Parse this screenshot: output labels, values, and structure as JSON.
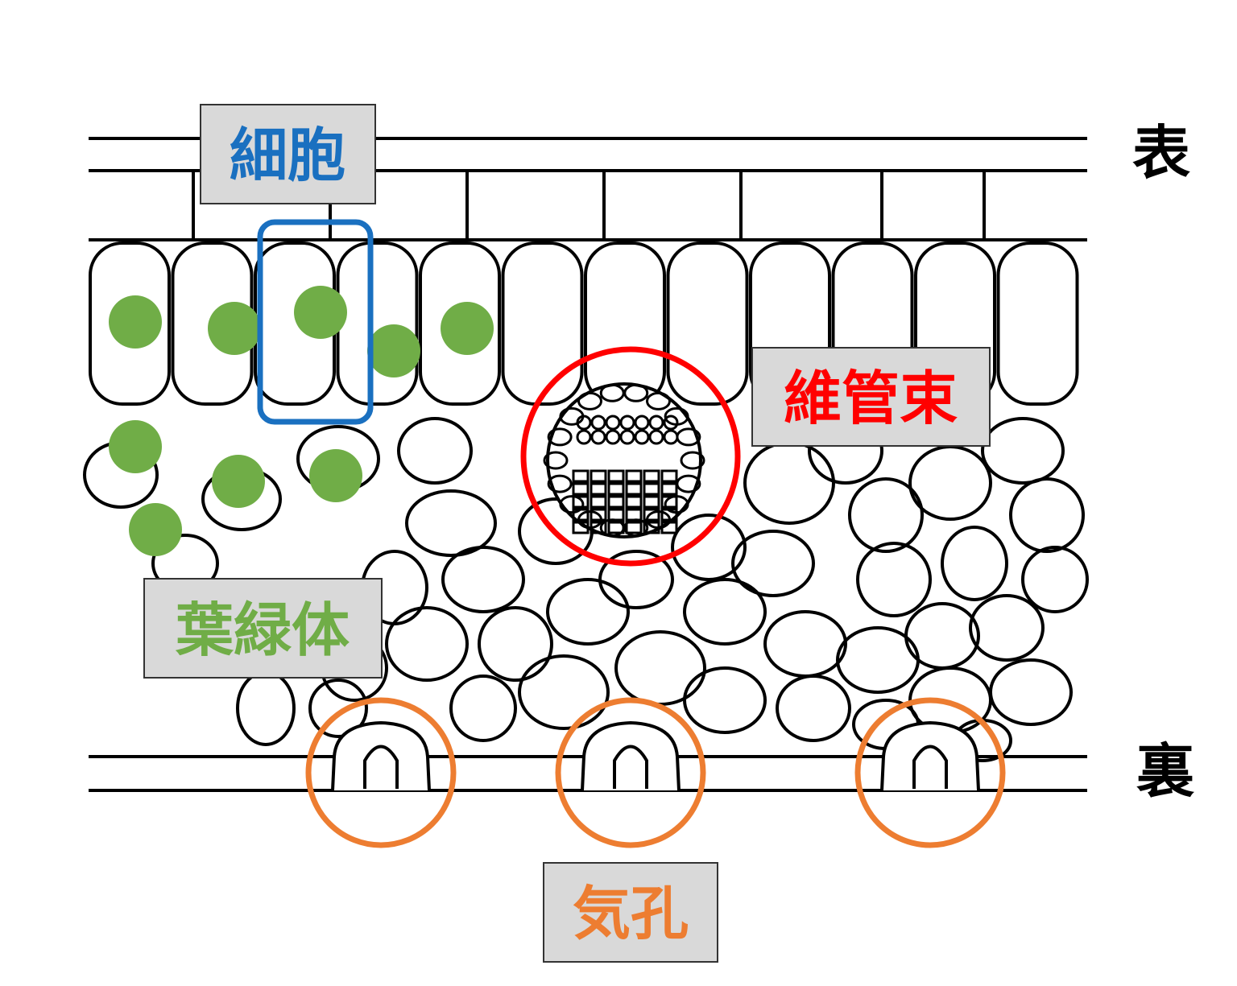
{
  "labels": {
    "cell": "細胞",
    "vascular_bundle": "維管束",
    "chloroplast": "葉緑体",
    "stoma": "気孔",
    "upper_side": "表",
    "lower_side": "裏"
  },
  "colors": {
    "cell": "#1a70c0",
    "vascular_bundle": "#ff0000",
    "chloroplast": "#70ad47",
    "stoma": "#ed7d31",
    "label_box": "#d9d9d9",
    "outline": "#000000"
  }
}
